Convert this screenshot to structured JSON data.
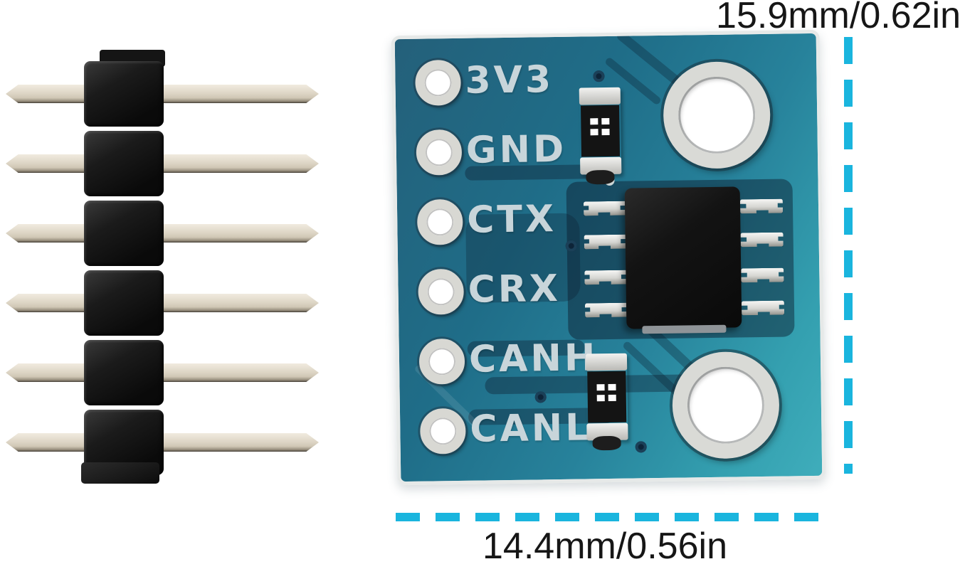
{
  "dimensions": {
    "height_label": "15.9mm/0.62in",
    "width_label": "14.4mm/0.56in",
    "line_color": "#1ab5de",
    "text_color": "#161616"
  },
  "pcb": {
    "pin_labels": [
      "3V3",
      "GND",
      "CTX",
      "CRX",
      "CANH",
      "CANL"
    ],
    "board_color_start": "#24607a",
    "board_color_end": "#3fadbb",
    "silkscreen_color": "#c8d5da",
    "edge_color": "#e6e9e8",
    "mounting_hole_count": 2,
    "ic_pin_count": 8
  },
  "pin_header": {
    "pin_count": 6,
    "pin_color": "#ddd5c5",
    "body_color": "#141414"
  }
}
